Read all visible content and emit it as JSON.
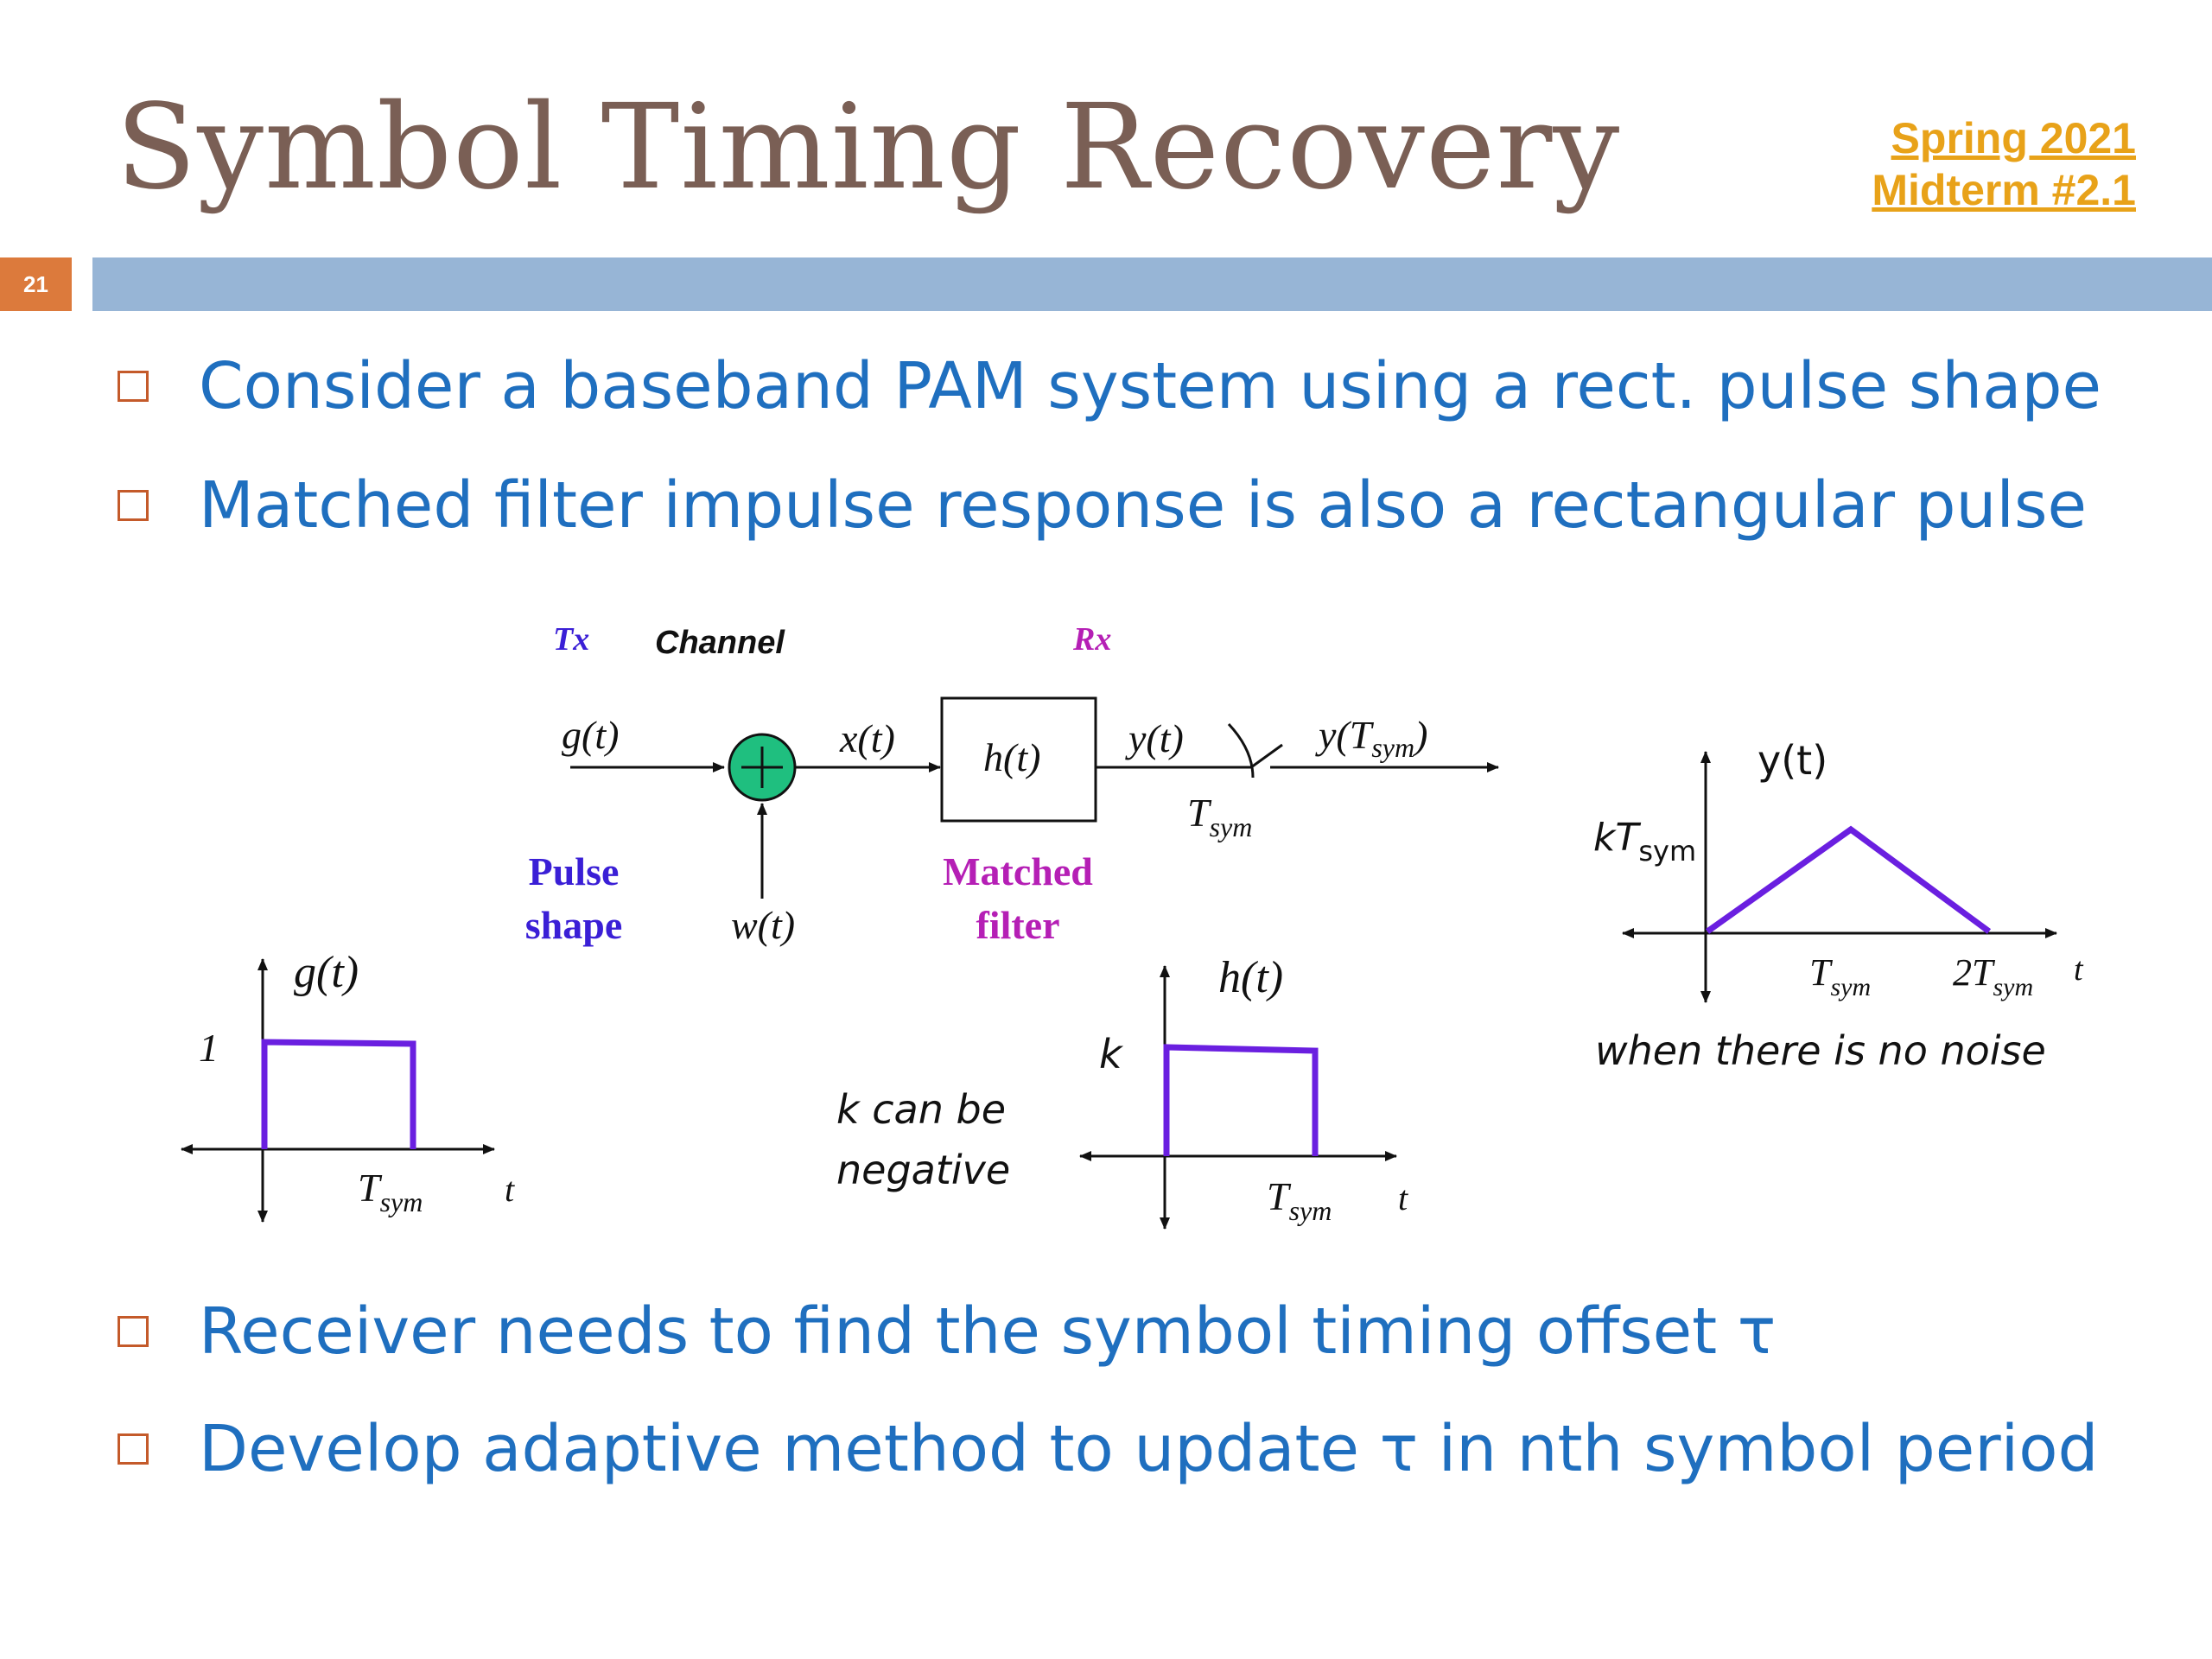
{
  "slide": {
    "title": "Symbol Timing Recovery",
    "number": "21",
    "reference": [
      "Spring 2021",
      "Midterm #2.1"
    ]
  },
  "bullets_top": [
    "Consider a baseband PAM system using a rect. pulse shape",
    "Matched filter impulse response is also a rectangular pulse"
  ],
  "bullets_bottom": [
    "Receiver needs to find the symbol timing offset τ",
    "Develop adaptive method to update τ in nth symbol period"
  ],
  "block_diagram": {
    "headers": {
      "tx": "Tx",
      "channel": "Channel",
      "rx": "Rx"
    },
    "signals": {
      "input": "g(t)",
      "channel_out": "x(t)",
      "filter_block": "h(t)",
      "filter_out": "y(t)",
      "sampled": "y(T",
      "sampled_sub": "sym",
      "sampled_close": ")",
      "noise": "w(t)",
      "sample_time": "T",
      "sample_time_sub": "sym"
    },
    "captions": {
      "pulse_shape": [
        "Pulse",
        "shape"
      ],
      "matched_filter": [
        "Matched",
        "filter"
      ]
    },
    "colors": {
      "adder": "#1fbf7f",
      "tx": "#3a1fd6",
      "rx": "#b51fb5",
      "pulse": "#6a1fe0"
    }
  },
  "plots": {
    "g": {
      "label": "g(t)",
      "amplitude_label": "1",
      "tick": "T",
      "tick_sub": "sym",
      "axis": "t"
    },
    "h": {
      "label": "h(t)",
      "amplitude_label": "k",
      "tick": "T",
      "tick_sub": "sym",
      "axis": "t",
      "note": [
        "k can be",
        "negative"
      ]
    },
    "y": {
      "label": "y(t)",
      "peak_label": "kT",
      "peak_sub": "sym",
      "tick1": "T",
      "tick1_sub": "sym",
      "tick2": "2T",
      "tick2_sub": "sym",
      "axis": "t",
      "note": "when there is no noise"
    }
  }
}
